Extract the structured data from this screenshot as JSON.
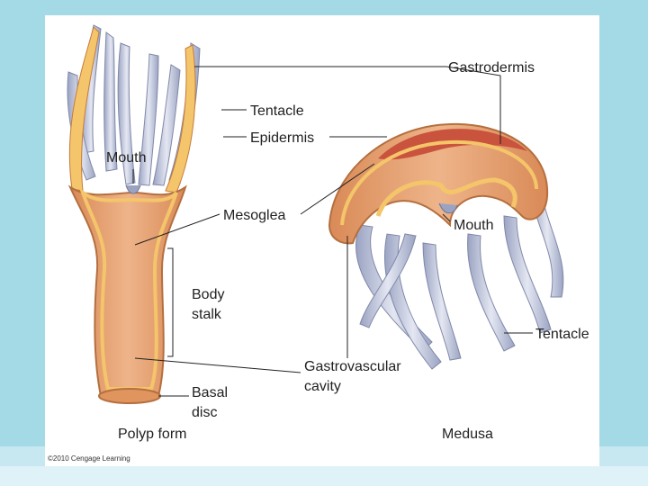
{
  "labels": {
    "gastrodermis": "Gastrodermis",
    "tentacle_polyp": "Tentacle",
    "epidermis": "Epidermis",
    "mouth_polyp": "Mouth",
    "mesoglea": "Mesoglea",
    "body_stalk_line1": "Body",
    "body_stalk_line2": "stalk",
    "mouth_medusa": "Mouth",
    "gastrovascular_line1": "Gastrovascular",
    "gastrovascular_line2": "cavity",
    "basal_disc_line1": "Basal",
    "basal_disc_line2": "disc",
    "tentacle_medusa": "Tentacle"
  },
  "captions": {
    "polyp": "Polyp form",
    "medusa": "Medusa"
  },
  "copyright": "©2010 Cengage Learning",
  "colors": {
    "background": "#a4d9e6",
    "body_fill": "#e8a877",
    "gastrodermis_band": "#f4c56a",
    "mesoglea_red": "#c9533c",
    "tentacle_blue": "#b8bfd6"
  }
}
